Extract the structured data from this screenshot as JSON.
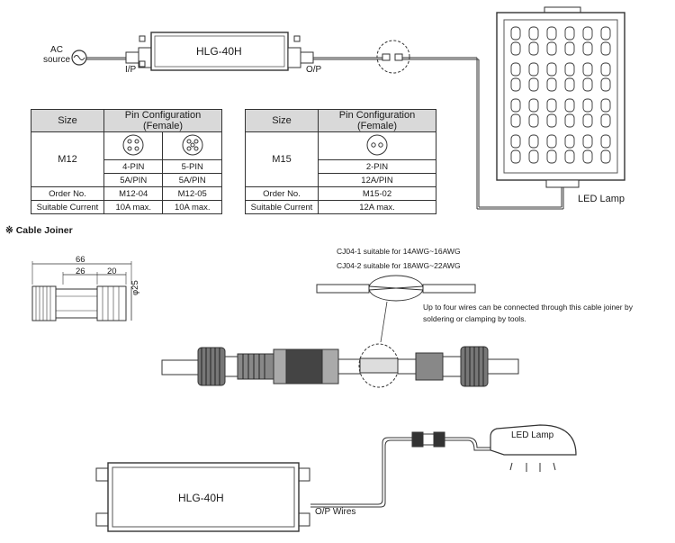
{
  "top": {
    "ac_label_1": "AC",
    "ac_label_2": "source",
    "driver_label": "HLG-40H",
    "ip_label": "I/P",
    "op_label": "O/P",
    "lamp_label": "LED Lamp"
  },
  "table_left": {
    "col_size": "Size",
    "col_pin": "Pin Configuration (Female)",
    "size": "M12",
    "pins": [
      "4-PIN",
      "5-PIN"
    ],
    "currents": [
      "5A/PIN",
      "5A/PIN"
    ],
    "order_label": "Order No.",
    "orders": [
      "M12-04",
      "M12-05"
    ],
    "current_label": "Suitable Current",
    "max": [
      "10A max.",
      "10A max."
    ]
  },
  "table_right": {
    "col_size": "Size",
    "col_pin": "Pin Configuration (Female)",
    "size": "M15",
    "pins": "2-PIN",
    "current": "12A/PIN",
    "order_label": "Order No.",
    "order": "M15-02",
    "current_label": "Suitable Current",
    "max": "12A max."
  },
  "joiner": {
    "title": "※ Cable Joiner",
    "dim_total": "66",
    "dim_a": "26",
    "dim_b": "20",
    "dim_dia": "φ25",
    "cj1": "CJ04-1 suitable for 14AWG~16AWG",
    "cj2": "CJ04-2 suitable for 18AWG~22AWG",
    "note_1": "Up to four wires can be connected through this cable joiner by",
    "note_2": "soldering or clamping by tools."
  },
  "bottom": {
    "driver_label": "HLG-40H",
    "op_wires": "O/P Wires",
    "lamp_label": "LED Lamp"
  }
}
